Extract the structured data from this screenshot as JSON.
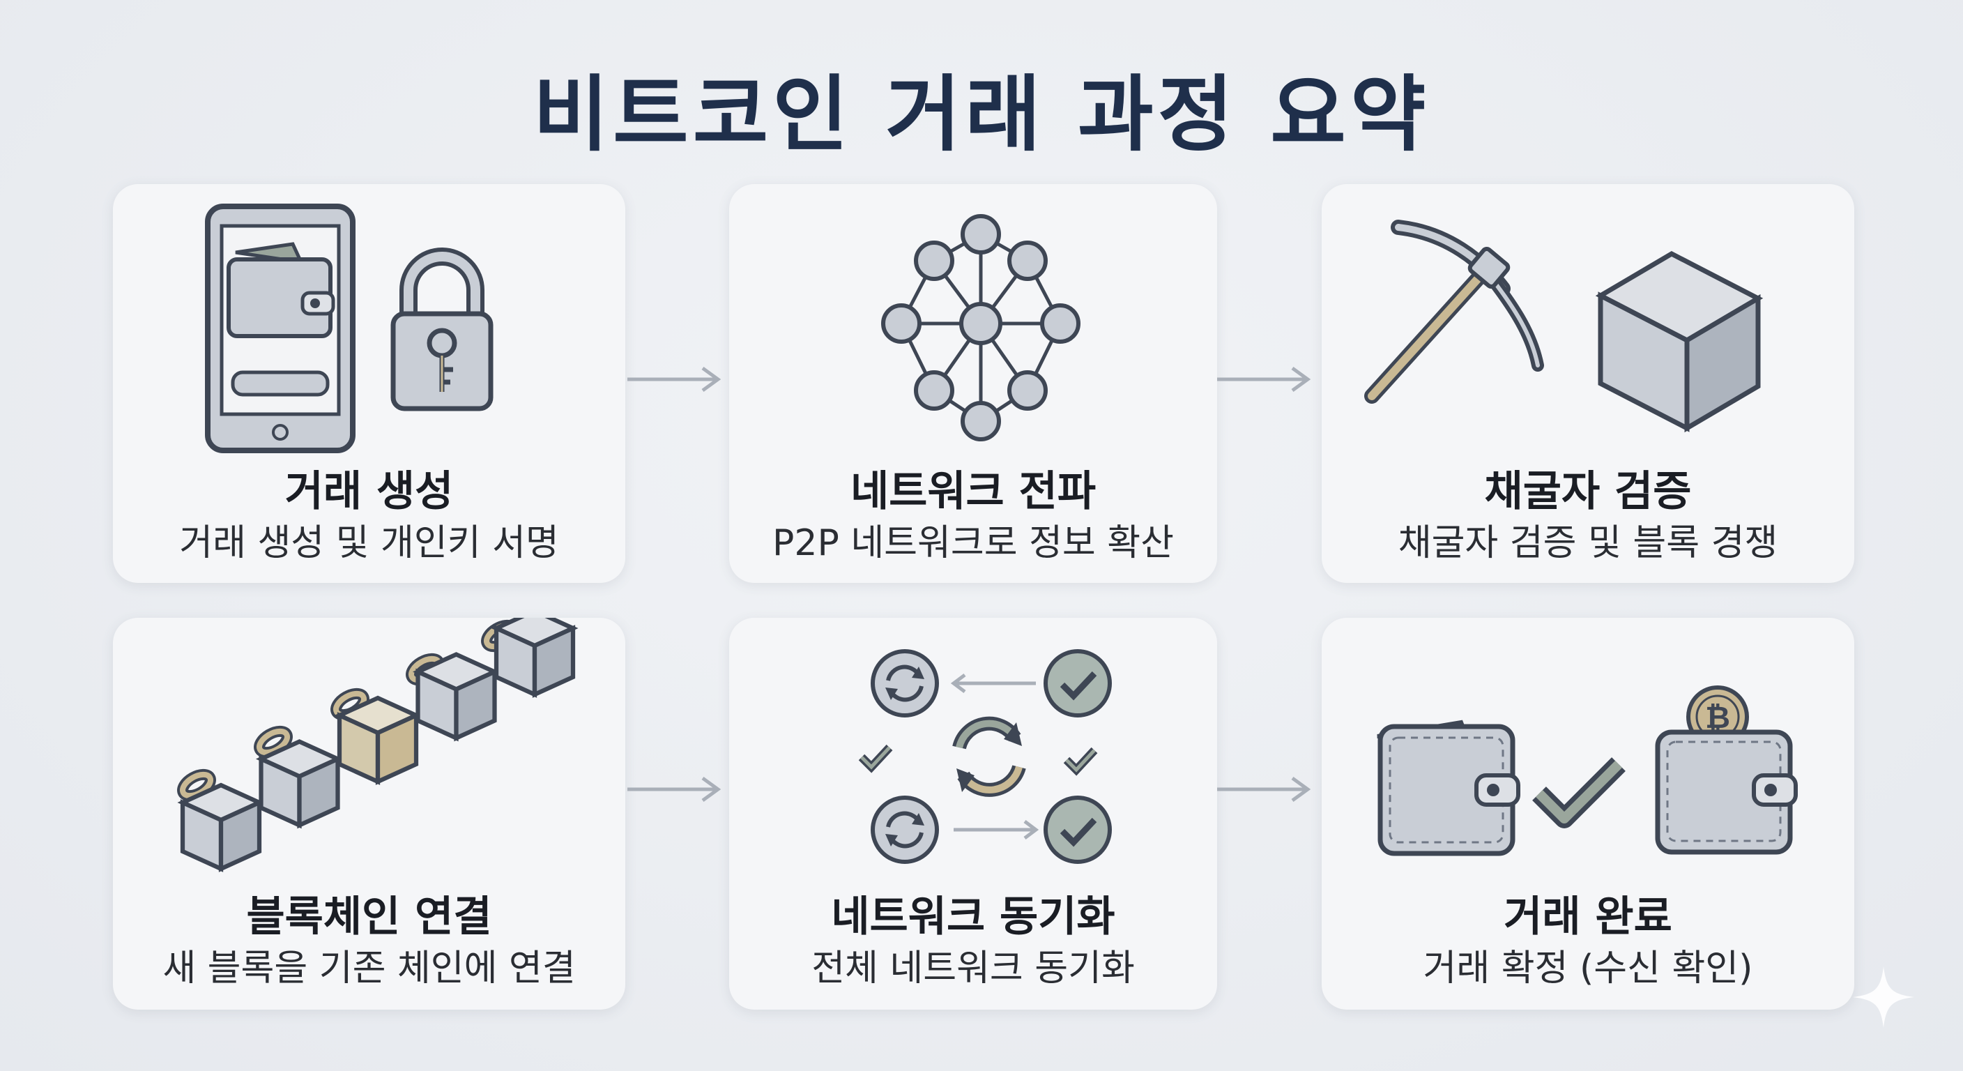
{
  "title": "비트코인 거래 과정 요약",
  "steps": [
    {
      "title": "거래 생성",
      "desc": "거래 생성 및 개인키 서명",
      "icons": [
        "smartphone-wallet-icon",
        "padlock-key-icon"
      ]
    },
    {
      "title": "네트워크 전파",
      "desc": "P2P 네트워크로 정보 확산",
      "icons": [
        "network-nodes-icon"
      ]
    },
    {
      "title": "채굴자 검증",
      "desc": "채굴자 검증 및 블록 경쟁",
      "icons": [
        "pickaxe-icon",
        "cube-icon"
      ]
    },
    {
      "title": "블록체인 연결",
      "desc": "새 블록을 기존 체인에 연결",
      "icons": [
        "blockchain-chain-icon"
      ]
    },
    {
      "title": "네트워크 동기화",
      "desc": "전체 네트워크 동기화",
      "icons": [
        "sync-icon",
        "checkmark-icon"
      ]
    },
    {
      "title": "거래 완료",
      "desc": "거래 확정 (수신 확인)",
      "icons": [
        "wallet-icon",
        "checkmark-icon",
        "bitcoin-wallet-icon"
      ]
    }
  ],
  "colors": {
    "title": "#1f2f4b",
    "icon_fill": "#c9ced6",
    "icon_stroke": "#3e4654",
    "accent_tan": "#c9b994",
    "check_green": "#6f7f7a",
    "arrow": "#a9afb8"
  }
}
